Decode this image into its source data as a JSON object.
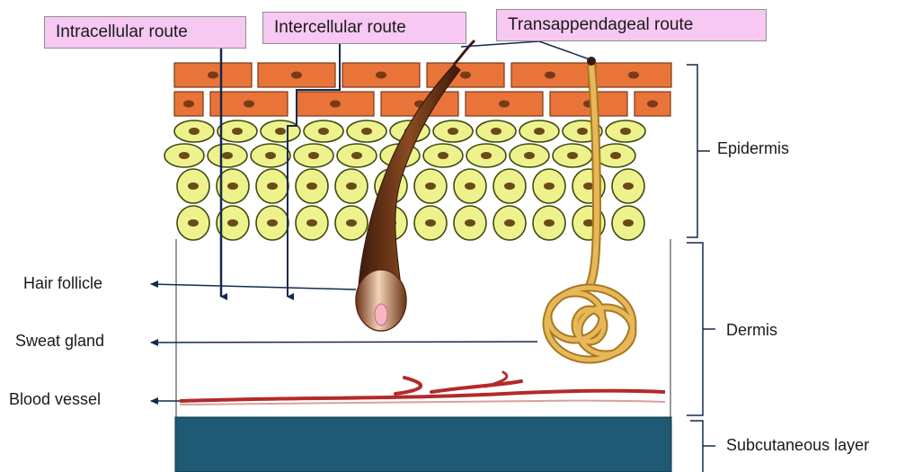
{
  "routes": {
    "intracellular": "Intracellular route",
    "intercellular": "Intercellular route",
    "transappendageal": "Transappendageal route"
  },
  "structures": {
    "hair_follicle": "Hair follicle",
    "sweat_gland": "Sweat gland",
    "blood_vessel": "Blood vessel"
  },
  "layers": {
    "epidermis": "Epidermis",
    "dermis": "Dermis",
    "subcutaneous": "Subcutaneous layer"
  },
  "colors": {
    "label_fill": "#f6c8f2",
    "cornified_cell": "#e8743a",
    "living_cell": "#eef28c",
    "hair": "#5a2a12",
    "sweat_gland": "#d4a23c",
    "blood_vessel": "#b32a2a",
    "subcutaneous": "#1e5a73",
    "route_arrow": "#14294f"
  }
}
